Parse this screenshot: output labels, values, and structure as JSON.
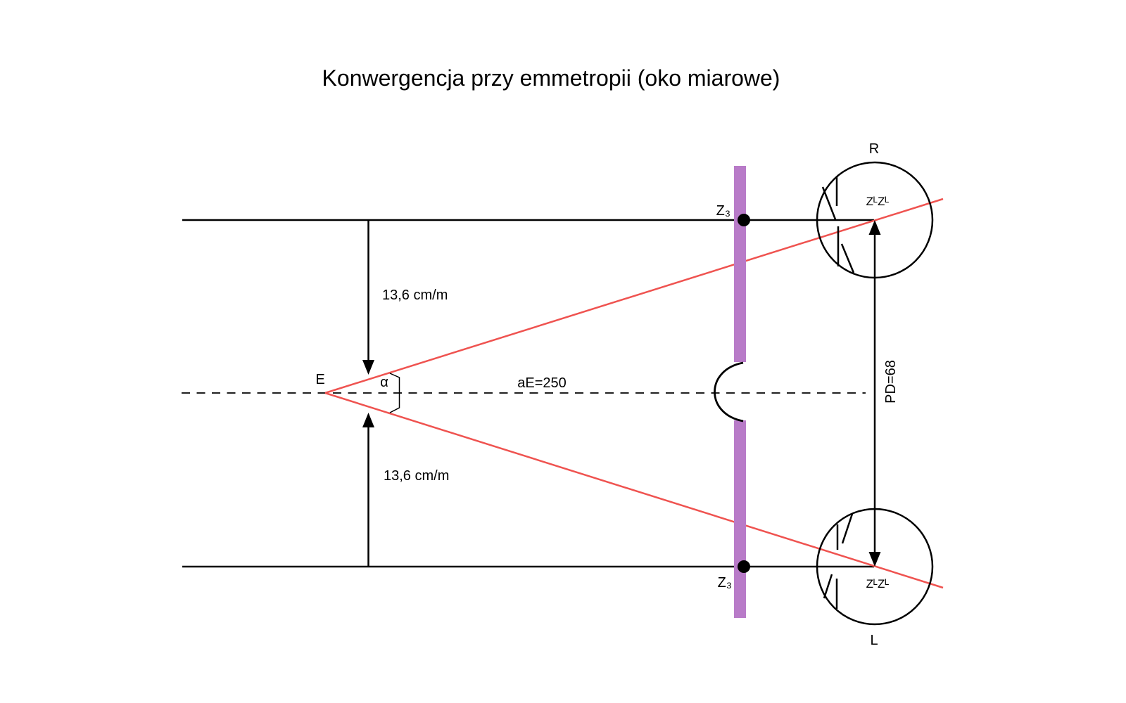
{
  "title": "Konwergencja przy emmetropii (oko miarowe)",
  "labels": {
    "right_eye": "R",
    "left_eye": "L",
    "nodal_top": "ZᴸZᴸ",
    "nodal_bottom": "ZᴸZᴸ",
    "lens_point_top": "Z₃",
    "lens_point_bottom": "Z₃",
    "offset_top": "13,6 cm/m",
    "offset_bottom": "13,6 cm/m",
    "distance": "aE=250",
    "pd": "PD=68",
    "angle": "α",
    "eye_point": "E"
  },
  "colors": {
    "ink": "#000000",
    "ray": "#ef5350",
    "lens_plane": "#b87bc8",
    "background": "#ffffff"
  }
}
